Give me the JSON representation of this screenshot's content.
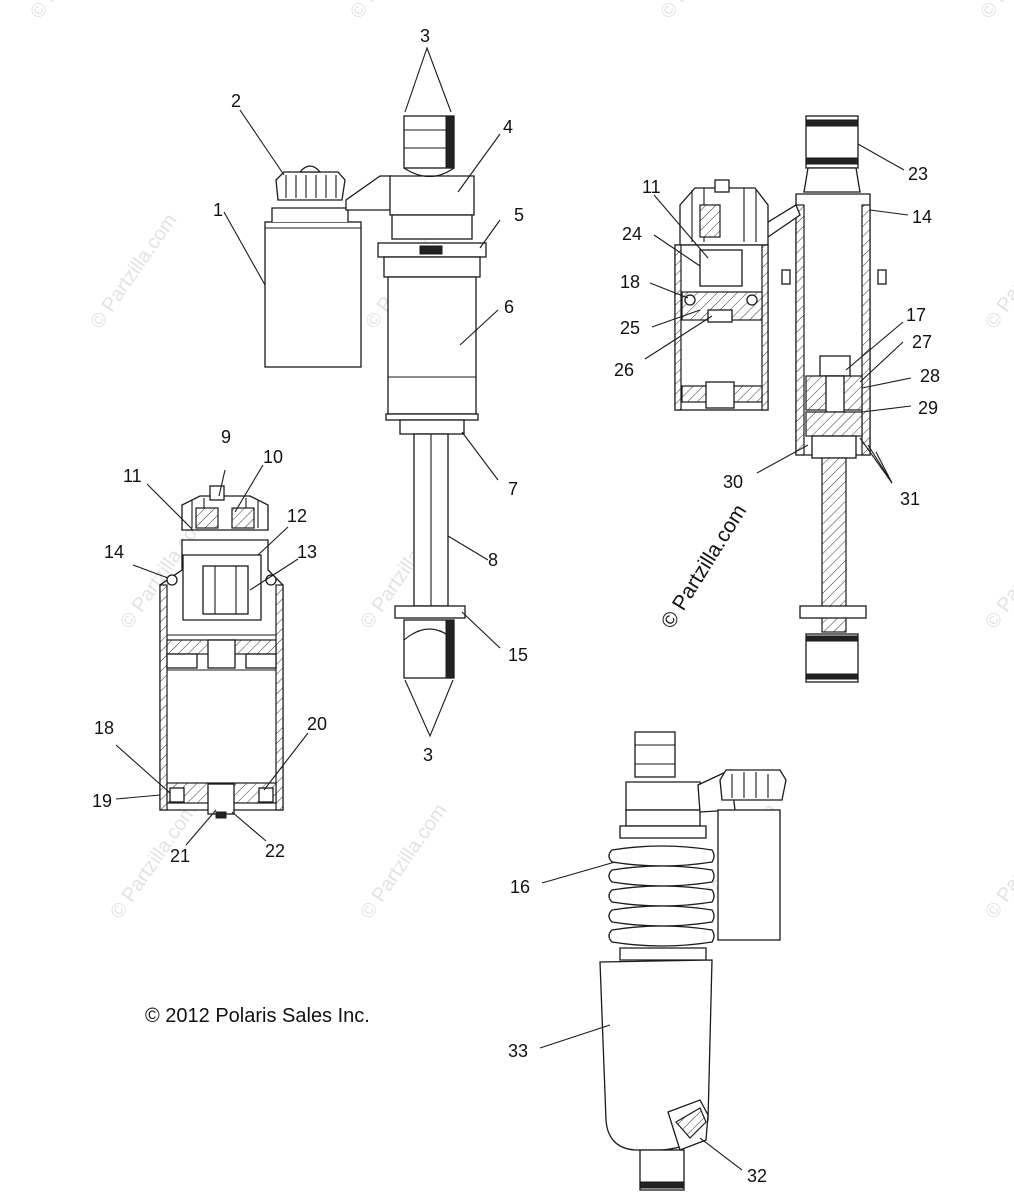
{
  "copyright": "© 2012 Polaris Sales Inc.",
  "watermark": "© Partzilla.com",
  "callouts": [
    "1",
    "2",
    "3",
    "4",
    "5",
    "6",
    "7",
    "8",
    "3",
    "15",
    "9",
    "10",
    "11",
    "12",
    "13",
    "14",
    "18",
    "19",
    "20",
    "21",
    "22",
    "23",
    "11",
    "14",
    "24",
    "18",
    "25",
    "26",
    "17",
    "27",
    "28",
    "29",
    "30",
    "31",
    "16",
    "33",
    "32"
  ]
}
